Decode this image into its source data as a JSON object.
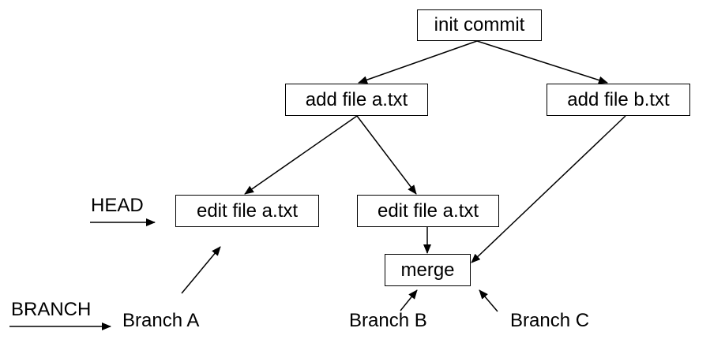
{
  "diagram": {
    "nodes": {
      "init_commit": "init commit",
      "add_a": "add file a.txt",
      "add_b": "add file b.txt",
      "edit_a_left": "edit file a.txt",
      "edit_a_right": "edit file a.txt",
      "merge": "merge"
    },
    "labels": {
      "head": "HEAD",
      "branch": "BRANCH",
      "branch_a": "Branch A",
      "branch_b": "Branch B",
      "branch_c": "Branch C"
    },
    "edges": [
      {
        "from": "init commit",
        "to": "add file a.txt"
      },
      {
        "from": "init commit",
        "to": "add file b.txt"
      },
      {
        "from": "add file a.txt",
        "to": "edit file a.txt"
      },
      {
        "from": "add file a.txt",
        "to": "edit file a.txt"
      },
      {
        "from": "edit file a.txt",
        "to": "merge"
      },
      {
        "from": "add file b.txt",
        "to": "merge"
      }
    ]
  }
}
